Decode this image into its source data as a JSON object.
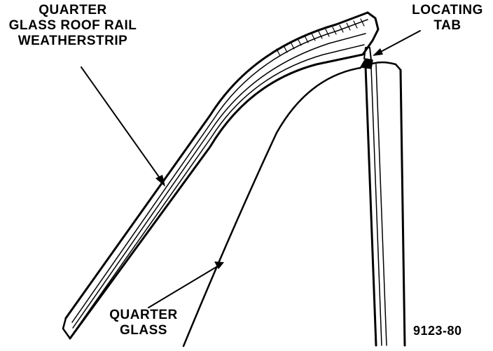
{
  "labels": {
    "weatherstrip": [
      "QUARTER",
      "GLASS ROOF RAIL",
      "WEATHERSTRIP"
    ],
    "locating_tab": [
      "LOCATING",
      "TAB"
    ],
    "quarter_glass": [
      "QUARTER",
      "GLASS"
    ],
    "figure_number": "9123-80"
  },
  "colors": {
    "ink": "#000000",
    "paper": "#ffffff"
  }
}
